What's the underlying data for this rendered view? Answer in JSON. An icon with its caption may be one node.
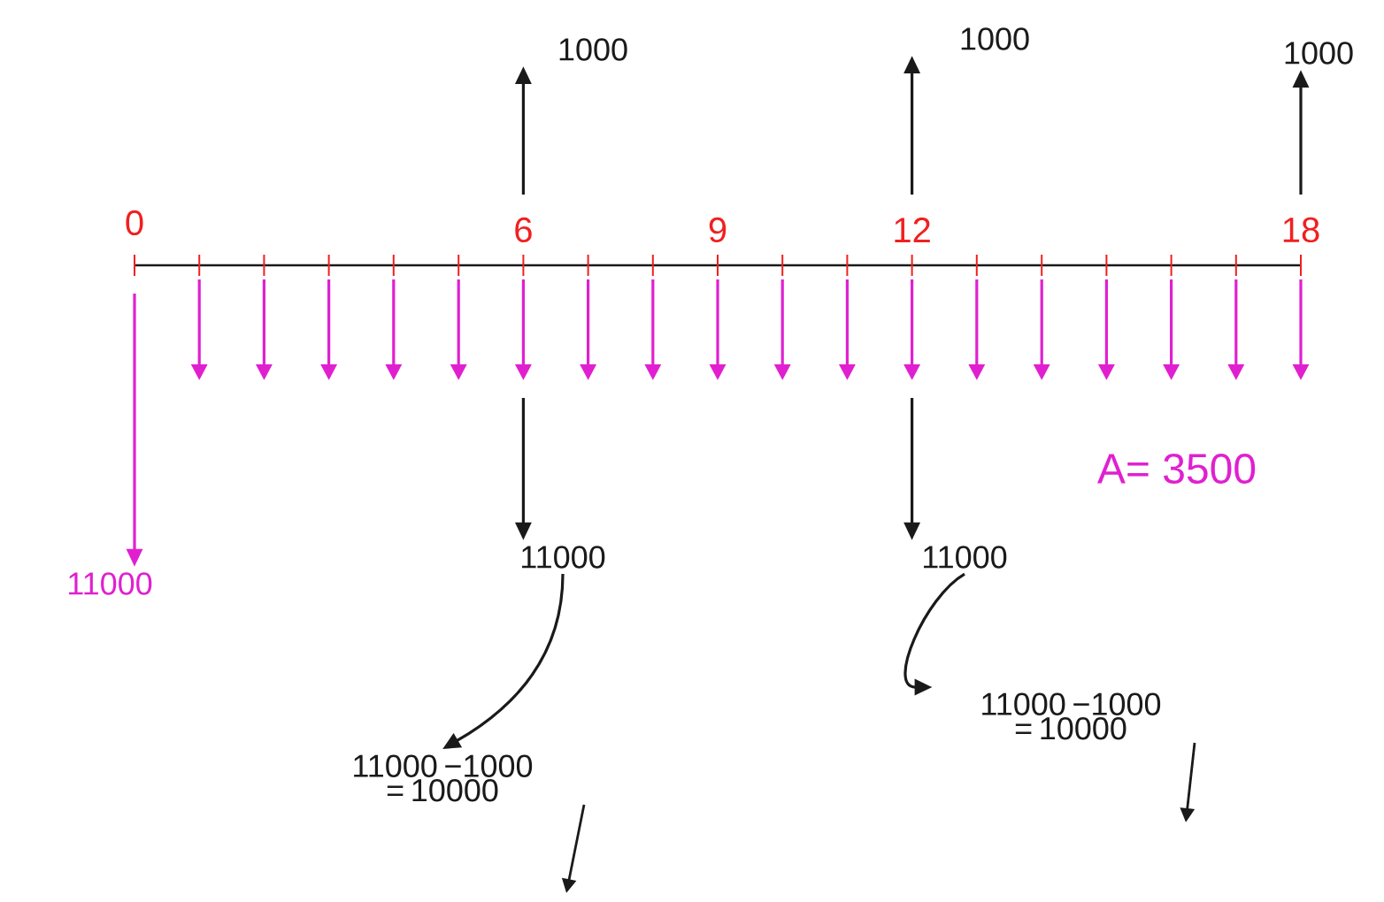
{
  "diagram": {
    "nodes": [
      {
        "text": [
          "1000"
        ]
      },
      {
        "text": [
          "1000"
        ]
      },
      {
        "text": [
          "1000"
        ]
      },
      {
        "text": [
          "11000"
        ]
      },
      {
        "text": [
          "11000"
        ]
      },
      {
        "text": [
          "11000"
        ]
      },
      {
        "text": [
          "11000 −1000 = 10000"
        ]
      },
      {
        "text": [
          "11000 −1000 = 10000"
        ]
      }
    ],
    "edges": [
      {
        "from": null,
        "to": 0,
        "arrow": "to"
      },
      {
        "from": null,
        "to": 1,
        "arrow": "to"
      },
      {
        "from": null,
        "to": 2,
        "arrow": "to"
      },
      {
        "from": null,
        "to": 3,
        "arrow": "to",
        "color": "#e020d0"
      },
      {
        "from": null,
        "to": 4,
        "arrow": "to"
      },
      {
        "from": null,
        "to": 5,
        "arrow": "to"
      },
      {
        "from": 4,
        "to": 6,
        "arrow": "to"
      },
      {
        "from": 5,
        "to": 7,
        "arrow": "to"
      }
    ],
    "labels": [
      "0",
      "6",
      "9",
      "12",
      "18",
      "A= 3500"
    ]
  }
}
